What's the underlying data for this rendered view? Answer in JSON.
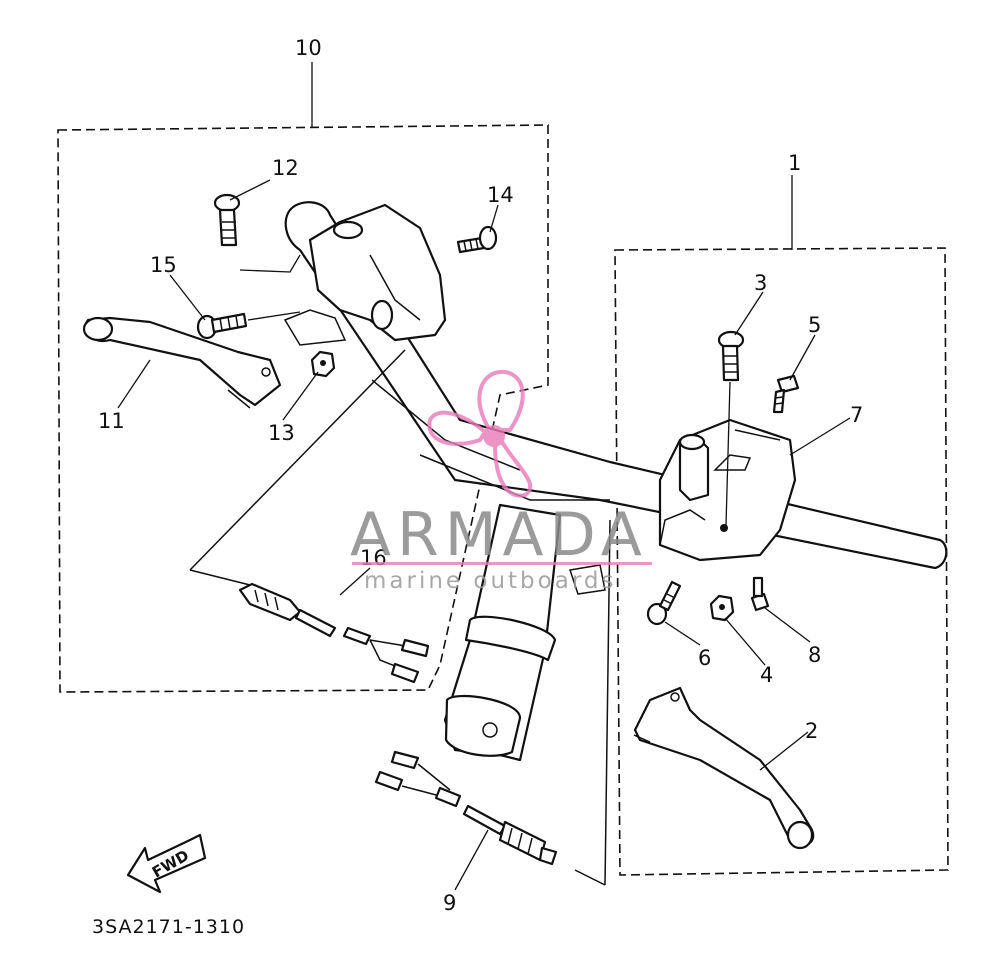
{
  "callouts": [
    {
      "id": "1",
      "label": "1"
    },
    {
      "id": "2",
      "label": "2"
    },
    {
      "id": "3",
      "label": "3"
    },
    {
      "id": "4",
      "label": "4"
    },
    {
      "id": "5",
      "label": "5"
    },
    {
      "id": "6",
      "label": "6"
    },
    {
      "id": "7",
      "label": "7"
    },
    {
      "id": "8",
      "label": "8"
    },
    {
      "id": "9",
      "label": "9"
    },
    {
      "id": "10",
      "label": "10"
    },
    {
      "id": "11",
      "label": "11"
    },
    {
      "id": "12",
      "label": "12"
    },
    {
      "id": "13",
      "label": "13"
    },
    {
      "id": "14",
      "label": "14"
    },
    {
      "id": "15",
      "label": "15"
    },
    {
      "id": "16",
      "label": "16"
    }
  ],
  "fwd_label": "FWD",
  "diagram_code": "3SA2171-1310",
  "watermark": {
    "brand": "ARMADA",
    "tagline": "marine outboards",
    "accent_color": "#e87ab8"
  }
}
